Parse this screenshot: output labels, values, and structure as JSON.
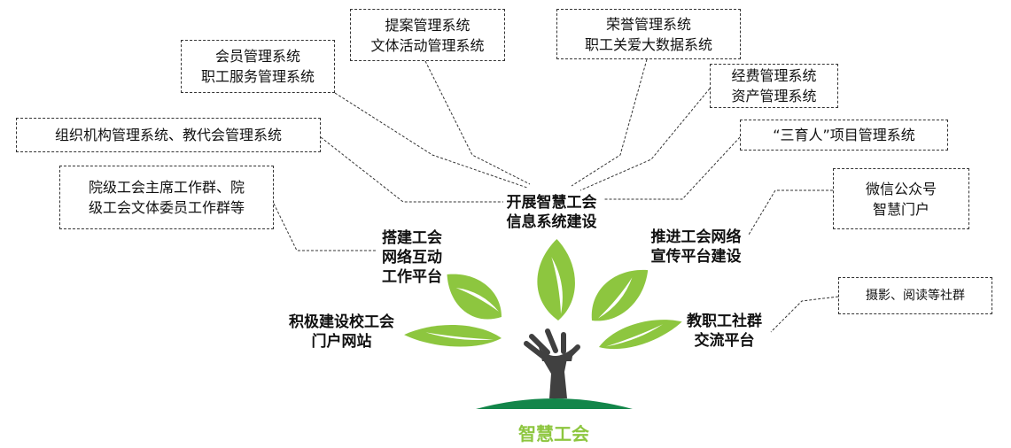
{
  "center": {
    "line1": "开展智慧工会",
    "line2": "信息系统建设"
  },
  "title": "智慧工会",
  "branches": {
    "left_upper": [
      "搭建工会",
      "网络互动",
      "工作平台"
    ],
    "left_lower": [
      "积极建设校工会",
      "门户网站"
    ],
    "right_upper": [
      "推进工会网络",
      "宣传平台建设"
    ],
    "right_lower": [
      "教职工社群",
      "交流平台"
    ]
  },
  "boxes": {
    "tian": [
      "提案管理系统",
      "文体活动管理系统"
    ],
    "rongyu": [
      "荣誉管理系统",
      "职工关爱大数据系统"
    ],
    "huiyuan": [
      "会员管理系统",
      "职工服务管理系统"
    ],
    "jingfei": [
      "经费管理系统",
      "资产管理系统"
    ],
    "zuzhi": [
      "组织机构管理系统、教代会管理系统"
    ],
    "sanyuren": [
      "“三育人”项目管理系统"
    ],
    "yuanji": [
      "院级工会主席工作群、院",
      "级工会文体委员工作群等"
    ],
    "weixin": [
      "微信公众号",
      "智慧门户"
    ],
    "sheying": [
      "摄影、阅读等社群"
    ]
  },
  "colors": {
    "leaf": "#8dc63f",
    "ground": "#13864a",
    "hand": "#404040",
    "title": "#8dc63f"
  }
}
